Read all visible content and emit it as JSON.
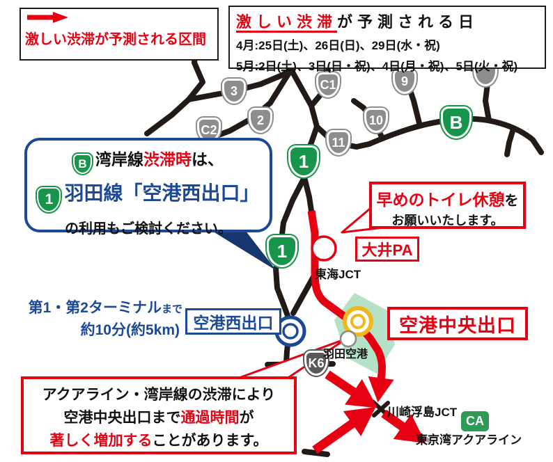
{
  "legend": {
    "label": "激しい渋滞が予測される区間"
  },
  "dates_box": {
    "title_highlight": "激しい渋滞",
    "title_rest": "が予測される日",
    "april": "4月:25日(土)、26日(日)、29日(水・祝)",
    "may": "5月:2日(土)、3日(日・祝)、4日(月・祝)、5日(火・祝)"
  },
  "blue_callout": {
    "badge_b": "B",
    "line1_pre": "湾岸線",
    "line1_red": "渋滞時",
    "line1_post": "は、",
    "badge_1": "1",
    "line2": "羽田線「空港西出口」",
    "line3": "の利用もご検討ください。"
  },
  "toilet_callout": {
    "line1_red": "早めのトイレ休憩",
    "line1_suffix": "を",
    "line2": "お願いいたします。"
  },
  "warning_box": {
    "line1": "アクアライン・湾岸線の渋滞により",
    "line2_pre": "空港中央出口まで",
    "line2_red": "通過時間",
    "line2_post": "が",
    "line3_red": "著しく増加する",
    "line3_post": "ことがあります。"
  },
  "map_labels": {
    "oi_pa": "大井PA",
    "tokai_jct": "東海JCT",
    "terminal_line1": "第1・第2ターミナル",
    "terminal_line1_suffix": "まで",
    "terminal_line2": "約10分(約5km)",
    "west_exit": "空港西出口",
    "central_exit": "空港中央出口",
    "haneda_airport": "羽田空港",
    "kawasaki_jct": "川崎浮島JCT",
    "aqualine": "東京湾アクアライン",
    "ca_badge": "CA"
  },
  "route_badges": {
    "b3": "3",
    "b2": "2",
    "bc2": "C2",
    "bc1": "C1",
    "b9": "9",
    "b10": "10",
    "b11": "11",
    "bb": "B",
    "b1a": "1",
    "b1b": "1",
    "bk6": "K6",
    "partial_top": ""
  },
  "colors": {
    "congestion_red": "#e60012",
    "route_blue": "#1b4997",
    "shield_green": "#17954a",
    "shield_gray": "#8d8d8d",
    "road_black": "#221a16",
    "airport_green": "#b5e2c6",
    "exit_yellow": "#f0b81c",
    "callout_tail_navy": "#17356e",
    "ca_green": "#2d9b55"
  }
}
